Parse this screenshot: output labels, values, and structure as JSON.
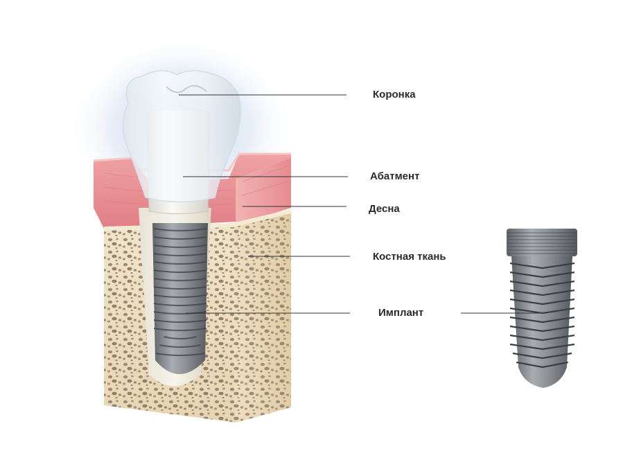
{
  "labels": {
    "crown": "Коронка",
    "abutment": "Абатмент",
    "gum": "Десна",
    "bone": "Костная ткань",
    "implant": "Имплант"
  },
  "colors": {
    "gum": "#e58a8e",
    "gum_light": "#f3b9b7",
    "bone": "#ecdcbf",
    "bone_pores": "#8a7c68",
    "crown": "#eef3f7",
    "implant_metal": "#8f9296",
    "leader_line": "#333333",
    "glow": "#c9d9ee"
  },
  "icons": [
    "tooth-implant-cross-section",
    "standalone-implant-screw"
  ]
}
